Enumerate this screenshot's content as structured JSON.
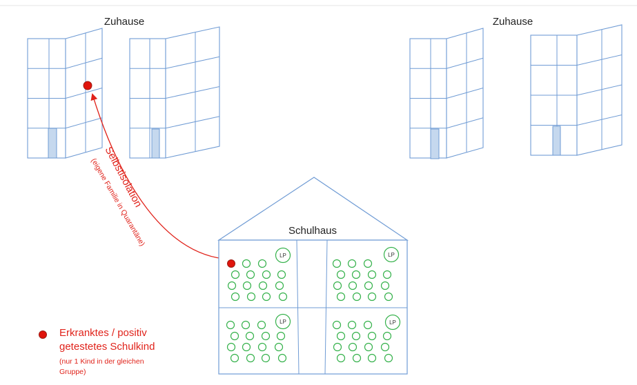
{
  "diagram": {
    "home_label_left": "Zuhause",
    "home_label_right": "Zuhause",
    "school_label": "Schulhaus",
    "teacher_label": "LP",
    "arrow_label": "Selbstisolation",
    "arrow_sublabel": "(eigene Familie in Quarantäne)"
  },
  "legend": {
    "marker": "red-dot",
    "line1": "Erkranktes / positiv",
    "line2": "getestetes Schulkind",
    "note1": "(nur 1 Kind in der gleichen",
    "note2": "Gruppe)"
  },
  "colors": {
    "outline": "#6f9bd4",
    "fill": "#ffffff",
    "door": "#c5d8ee",
    "student": "#34b14a",
    "sick": "#e0140c",
    "arrow": "#e0221a"
  }
}
